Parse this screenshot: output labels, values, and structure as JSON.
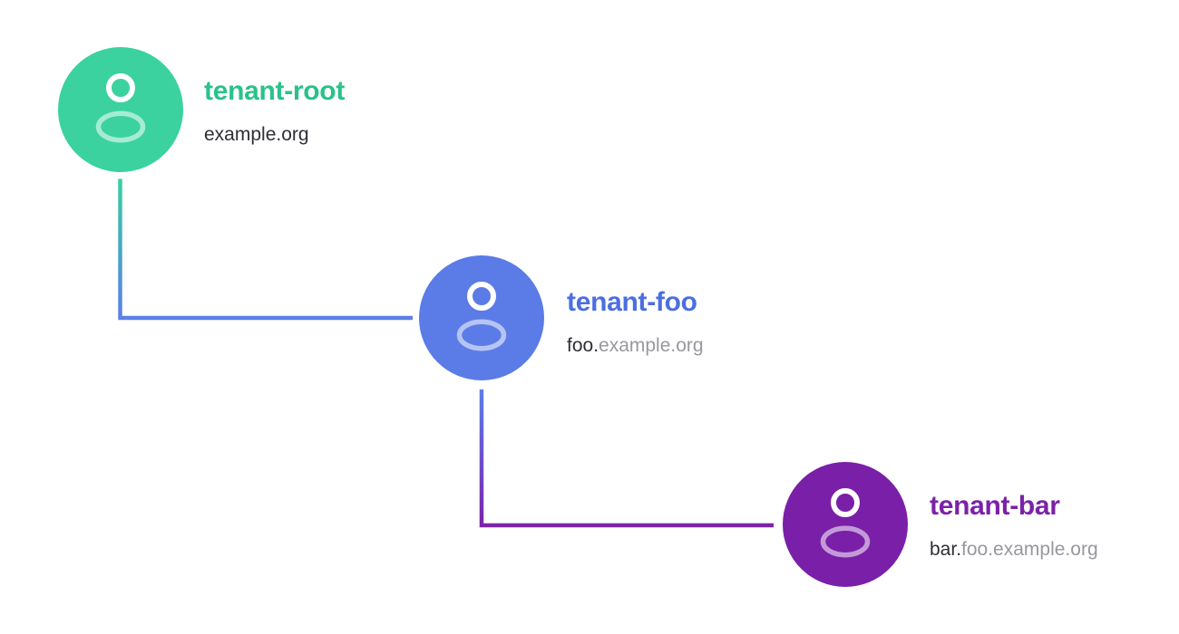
{
  "page": {
    "background_color": "#ffffff",
    "description": "Tenant hierarchy diagram with three linked tenant nodes"
  },
  "text_colors": {
    "domain_own": "#2e2e35",
    "domain_inherited": "#97979d"
  },
  "nodes": [
    {
      "id": "tenant-root",
      "label": "tenant-root",
      "domain_own": "example.org",
      "domain_inherited": "",
      "circle_color": "#3bd2a0",
      "label_color": "#29c28a",
      "icon": "user-icon"
    },
    {
      "id": "tenant-foo",
      "label": "tenant-foo",
      "domain_own": "foo.",
      "domain_inherited": "example.org",
      "circle_color": "#5b7ce6",
      "label_color": "#4c6ee0",
      "icon": "user-icon"
    },
    {
      "id": "tenant-bar",
      "label": "tenant-bar",
      "domain_own": "bar.",
      "domain_inherited": "foo.example.org",
      "circle_color": "#7a1fa8",
      "label_color": "#7b22a8",
      "icon": "user-icon"
    }
  ],
  "connectors": [
    {
      "from": "tenant-root",
      "to": "tenant-foo",
      "from_color": "#38d0a2",
      "to_color": "#5b80e6"
    },
    {
      "from": "tenant-foo",
      "to": "tenant-bar",
      "from_color": "#5b80e6",
      "to_color": "#7d22ab"
    }
  ]
}
